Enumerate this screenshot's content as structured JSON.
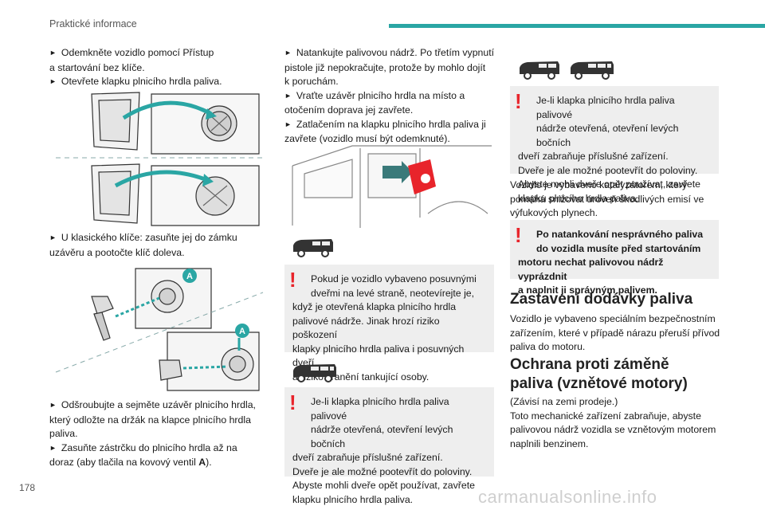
{
  "header": {
    "section_title": "Praktické informace"
  },
  "page_number": "178",
  "watermark": "carmanualsonline.info",
  "col1": {
    "p1_line1": "Odemkněte vozidlo pomocí Přístup",
    "p1_line2": "a startování bez klíče.",
    "p2": "Otevřete klapku plnicího hrdla paliva.",
    "p3_line1": "U klasického klíče: zasuňte jej do zámku",
    "p3_line2": "uzávěru a pootočte klíč doleva.",
    "callout_a": "A",
    "p4_line1": "Odšroubujte a sejměte uzávěr plnicího hrdla,",
    "p4_line2": "který odložte na držák na klapce plnicího hrdla",
    "p4_line3": "paliva.",
    "p5_line1": "Zasuňte zástrčku do plnicího hrdla až na",
    "p5_line2_a": "doraz (aby tlačila na kovový ventil ",
    "p5_line2_b": "A",
    "p5_line2_c": ")."
  },
  "col2": {
    "p1_line1": "Natankujte palivovou nádrž. Po třetím vypnutí",
    "p1_line2": "pistole již nepokračujte, protože by mohlo dojít",
    "p1_line3": "k poruchám.",
    "p2_line1": "Vraťte uzávěr plnicího hrdla na místo a",
    "p2_line2": "otočením doprava jej zavřete.",
    "p3_line1": "Zatlačením na klapku plnicího hrdla paliva ji",
    "p3_line2": "zavřete (vozidlo musí být odemknuté).",
    "warn1": [
      "Pokud je vozidlo vybaveno posuvnými",
      "dveřmi na levé straně, neotevírejte je,",
      "když je otevřená klapka plnicího hrdla",
      "palivové nádrže. Jinak hrozí riziko poškození",
      "klapky plnicího hrdla paliva i posuvných dveří",
      "a riziko zranění tankující osoby."
    ],
    "warn2": [
      "Je-li klapka plnicího hrdla paliva palivové",
      "nádrže otevřená, otevření levých bočních",
      "dveří zabraňuje příslušné zařízení.",
      "Dveře je ale možné pootevřít do poloviny.",
      "Abyste mohli dveře opět používat, zavřete",
      "klapku plnicího hrdla paliva."
    ]
  },
  "col3": {
    "warn1": [
      "Je-li klapka plnicího hrdla paliva palivové",
      "nádrže otevřená, otevření levých bočních",
      "dveří zabraňuje příslušné zařízení.",
      "Dveře je ale možné pootevřít do poloviny.",
      "Abyste mohli dveře opět používat, zavřete",
      "klapku plnicího hrdla paliva."
    ],
    "p1": [
      "Vozidlo je vybaveno katalyzátorem, který",
      "pomáhá snižovat úroveň škodlivých emisí ve",
      "výfukových plynech."
    ],
    "warn2": [
      "Po natankování nesprávného paliva",
      "do vozidla musíte před startováním",
      "motoru nechat palivovou nádrž vyprázdnit",
      "a naplnit ji správným palivem."
    ],
    "h_fuel_cut": "Zastavení dodávky paliva",
    "p2": [
      "Vozidlo je vybaveno speciálním bezpečnostním",
      "zařízením, které v případě nárazu přeruší přívod",
      "paliva do motoru."
    ],
    "h_misfuel_line1": "Ochrana proti záměně",
    "h_misfuel_line2": "paliva (vznětové motory)",
    "p3": [
      "(Závisí na zemi prodeje.)",
      "Toto mechanické zařízení zabraňuje, abyste",
      "palivovou nádrž vozidla se vznětovým motorem",
      "naplnili benzinem."
    ]
  },
  "colors": {
    "accent": "#2aa6a4",
    "warning": "#e8242b",
    "callout": "#2aa6a4",
    "panel": "#eeeeee"
  },
  "icons": [
    "warning-mark-icon",
    "van-short-icon",
    "van-long-icon",
    "fuel-flap-illustration",
    "fuel-nozzle-illustration"
  ]
}
